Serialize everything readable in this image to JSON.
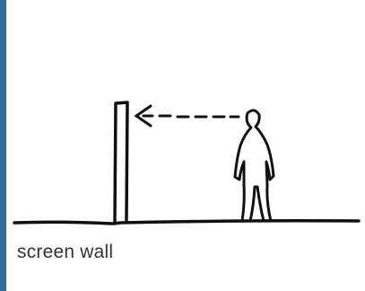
{
  "caption": "screen wall",
  "colors": {
    "accent_strip": "#2f6f9f",
    "ink": "#111111",
    "caption_text": "#333333",
    "background": "#ffffff"
  },
  "icons": [
    "screen-wall",
    "arrow-left",
    "person-figure"
  ]
}
